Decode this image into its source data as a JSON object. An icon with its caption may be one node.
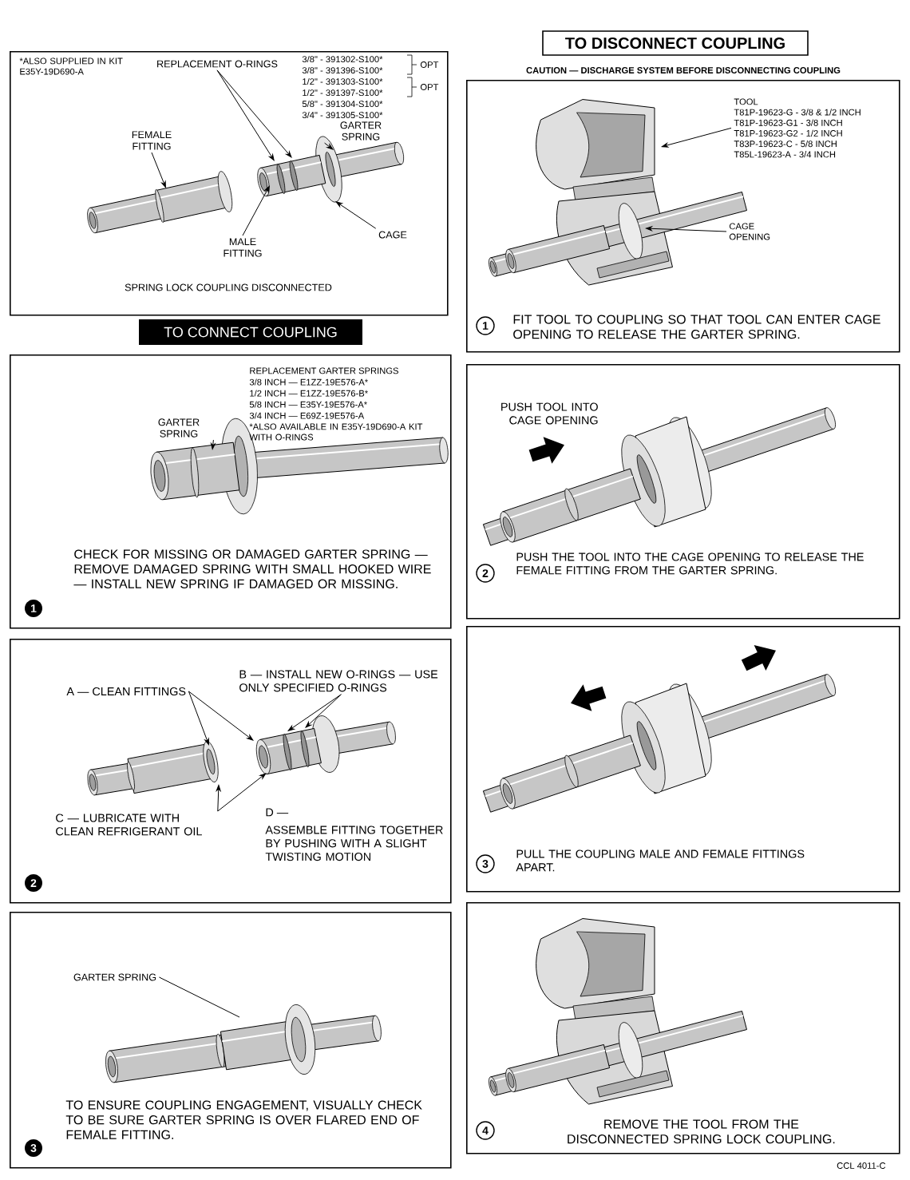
{
  "diagram": {
    "nodes": [
      {
        "text": [
          "*ALSO SUPPLIED IN KIT E35Y-19D690-A",
          "3/8\" - 391302-S100*",
          "3/8\" - 391396-S100*",
          "1/2\" - 391303-S100*",
          "1/2\" - 391397-S100*",
          "5/8\" - 391304-S100*",
          "3/4\" - 391305-S100*",
          "OPT",
          "OPT",
          "SPRING LOCK COUPLING DISCONNECTED"
        ]
      },
      {
        "text": [
          "REPLACEMENT O-RINGS"
        ],
        "in": 0
      },
      {
        "text": [
          "FEMALE FITTING"
        ],
        "in": 0
      },
      {
        "text": [
          "GARTER SPRING"
        ],
        "in": 0
      },
      {
        "text": [
          "MALE FITTING"
        ],
        "in": 0
      },
      {
        "text": [
          "CAGE"
        ],
        "in": 0
      },
      {
        "text": [
          "TO CONNECT COUPLING"
        ]
      },
      {
        "text": [
          "REPLACEMENT GARTER SPRINGS",
          "3/8 INCH — E1ZZ-19E576-A*",
          "1/2 INCH — E1ZZ-19E576-B*",
          "5/8 INCH — E35Y-19E576-A*",
          "3/4 INCH — E69Z-19E576-A",
          "*ALSO AVAILABLE IN E35Y-19D690-A KIT WITH O-RINGS",
          "CHECK FOR MISSING OR DAMAGED GARTER SPRING — REMOVE DAMAGED SPRING WITH SMALL HOOKED WIRE — INSTALL NEW SPRING IF DAMAGED OR MISSING."
        ]
      },
      {
        "text": [
          "GARTER SPRING"
        ],
        "in": 7
      },
      {
        "text": [
          "1"
        ],
        "in": 7
      },
      {
        "text": [
          "D —",
          "ASSEMBLE FITTING TOGETHER BY PUSHING WITH A SLIGHT TWISTING MOTION"
        ]
      },
      {
        "text": [
          "A — CLEAN FITTINGS"
        ],
        "in": 10
      },
      {
        "text": [
          "B — INSTALL NEW O-RINGS — USE ONLY SPECIFIED O-RINGS"
        ],
        "in": 10
      },
      {
        "text": [
          "C — LUBRICATE WITH CLEAN REFRIGERANT OIL"
        ],
        "in": 10
      },
      {
        "text": [
          "2"
        ],
        "in": 10
      },
      {
        "text": [
          "TO ENSURE COUPLING ENGAGEMENT, VISUALLY CHECK TO BE SURE GARTER SPRING IS OVER FLARED END OF FEMALE FITTING."
        ]
      },
      {
        "text": [
          "GARTER SPRING"
        ],
        "in": 15
      },
      {
        "text": [
          "3"
        ],
        "in": 15
      },
      {
        "text": [
          "TO DISCONNECT COUPLING"
        ]
      },
      {
        "text": [
          "FIT TOOL TO COUPLING SO THAT TOOL CAN ENTER CAGE OPENING TO RELEASE THE GARTER SPRING."
        ]
      },
      {
        "text": [
          "TOOL",
          "T81P-19623-G - 3/8 & 1/2 INCH",
          "T81P-19623-G1 - 3/8 INCH",
          "T81P-19623-G2 - 1/2 INCH",
          "T83P-19623-C - 5/8 INCH",
          "T85L-19623-A - 3/4 INCH"
        ],
        "in": 19
      },
      {
        "text": [
          "CAGE OPENING"
        ],
        "in": 19
      },
      {
        "text": [
          "1"
        ],
        "in": 19
      },
      {
        "text": [
          "PUSH TOOL INTO CAGE OPENING",
          "PUSH THE TOOL INTO THE CAGE OPENING TO RELEASE THE FEMALE FITTING FROM THE GARTER SPRING."
        ]
      },
      {
        "text": [
          "2"
        ],
        "in": 23
      },
      {
        "text": [
          "PULL THE COUPLING MALE AND FEMALE FITTINGS APART."
        ]
      },
      {
        "text": [
          "3"
        ],
        "in": 25
      },
      {
        "text": [
          "REMOVE THE TOOL FROM THE DISCONNECTED SPRING LOCK COUPLING."
        ]
      },
      {
        "text": [
          "4"
        ],
        "in": 27
      }
    ],
    "edges": [
      {
        "from": 1,
        "to": null,
        "arrow": "to"
      },
      {
        "from": 1,
        "to": null,
        "arrow": "to"
      },
      {
        "from": 2,
        "to": null,
        "arrow": "to"
      },
      {
        "from": 3,
        "to": null,
        "arrow": "to"
      },
      {
        "from": 4,
        "to": null,
        "arrow": "to"
      },
      {
        "from": 5,
        "to": null,
        "arrow": "to"
      },
      {
        "from": 8,
        "to": null,
        "arrow": "to"
      },
      {
        "from": 11,
        "to": null,
        "arrow": "to"
      },
      {
        "from": 11,
        "to": null,
        "arrow": "to"
      },
      {
        "from": 12,
        "to": null,
        "arrow": "to"
      },
      {
        "from": 12,
        "to": null,
        "arrow": "to"
      },
      {
        "from": 13,
        "to": null,
        "arrow": "to"
      },
      {
        "from": 13,
        "to": null,
        "arrow": "to"
      },
      {
        "from": 16,
        "to": null,
        "arrow": "none"
      },
      {
        "from": 20,
        "to": null,
        "arrow": "to"
      },
      {
        "from": 21,
        "to": null,
        "arrow": "to"
      }
    ],
    "labels": [
      "CAUTION — DISCHARGE SYSTEM BEFORE DISCONNECTING COUPLING",
      "CCL 4011-C"
    ]
  }
}
